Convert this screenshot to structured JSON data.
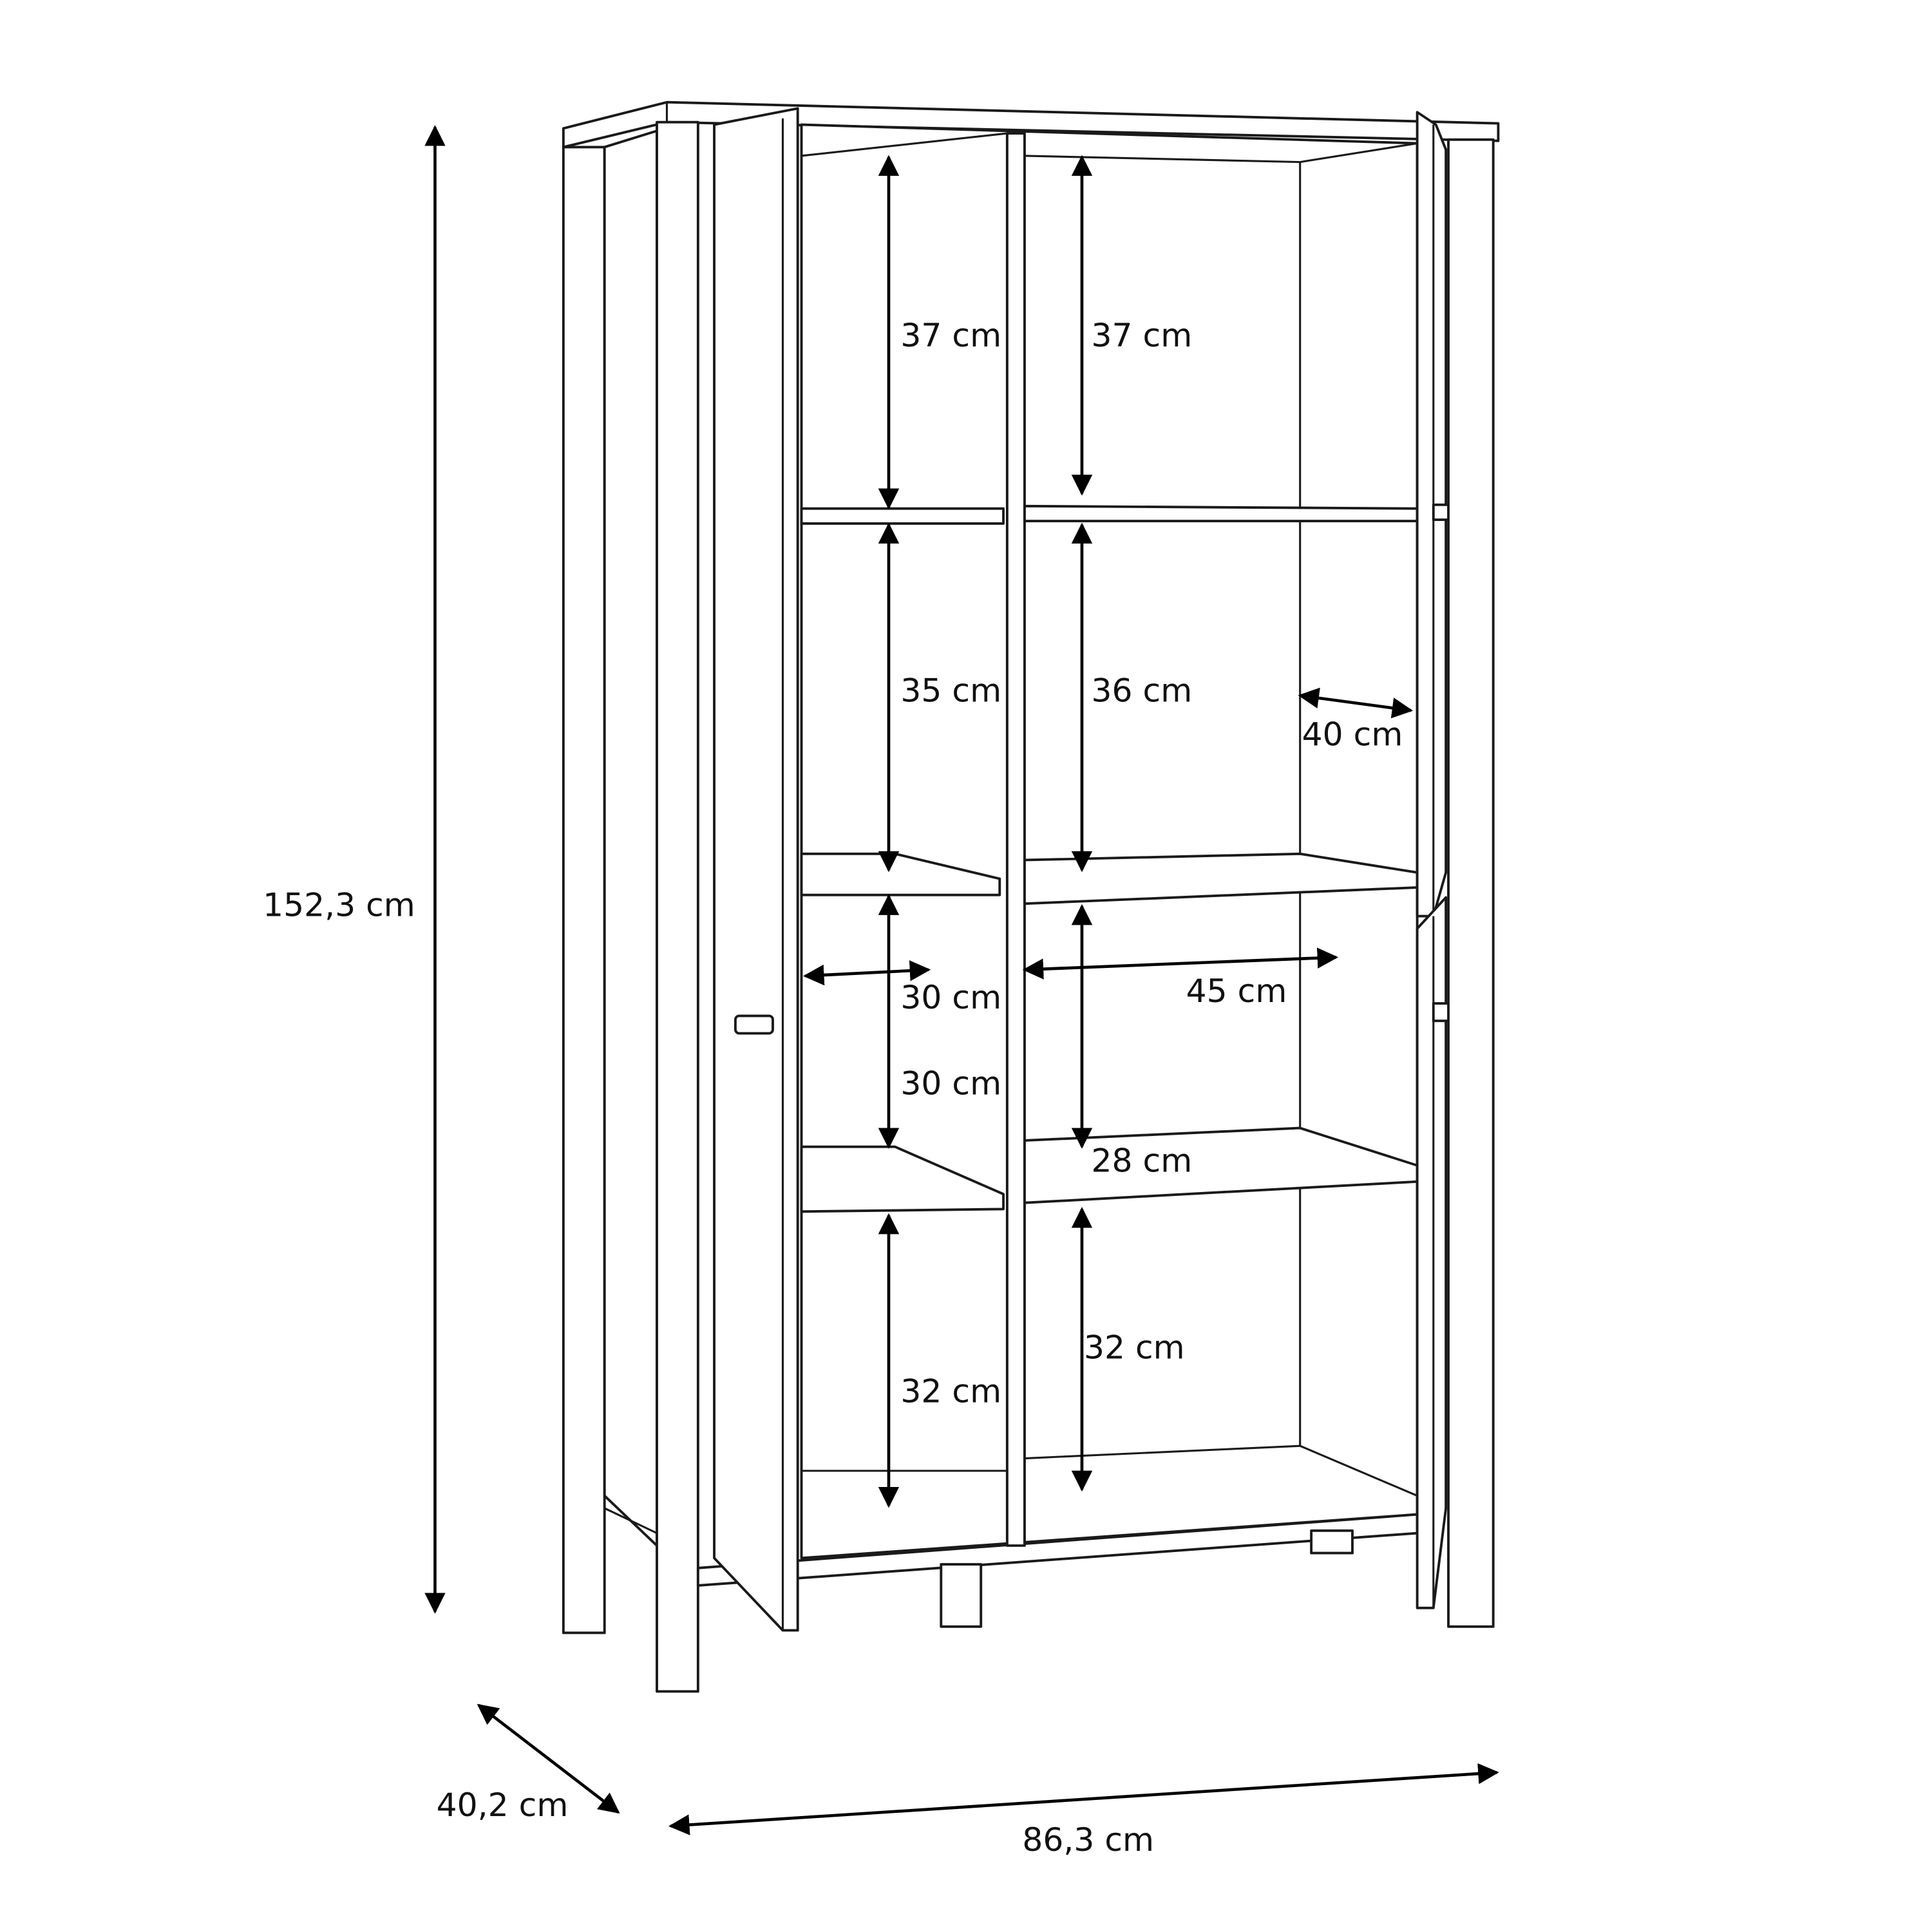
{
  "dimensions": {
    "height": "152,3 cm",
    "depth": "40,2 cm",
    "width": "86,3 cm",
    "left_top_compartment": "37 cm",
    "right_top_compartment": "37 cm",
    "left_second_compartment": "35 cm",
    "right_second_compartment": "36 cm",
    "right_shelf_depth": "40 cm",
    "left_shelf_width": "30 cm",
    "left_third_compartment": "30 cm",
    "right_shelf_width": "45 cm",
    "right_third_compartment": "28 cm",
    "left_bottom_compartment": "32 cm",
    "right_bottom_compartment": "32 cm"
  },
  "colors": {
    "line": "#1a1a1a",
    "background": "#ffffff"
  }
}
